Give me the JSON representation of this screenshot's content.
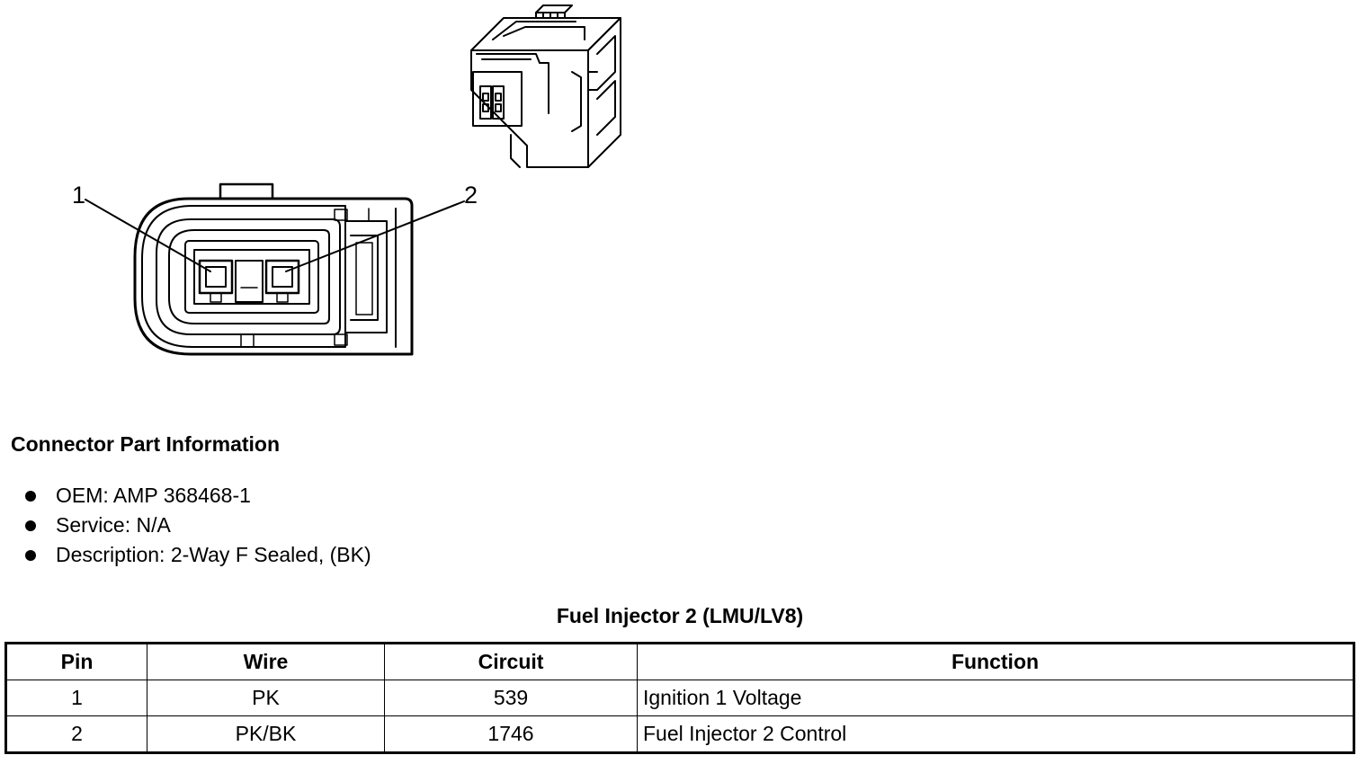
{
  "diagram": {
    "pin_callouts": [
      "1",
      "2"
    ]
  },
  "connector_info": {
    "heading": "Connector Part Information",
    "items": [
      "OEM: AMP 368468-1",
      "Service: N/A",
      "Description: 2-Way F Sealed, (BK)"
    ]
  },
  "table": {
    "title": "Fuel Injector 2 (LMU/LV8)",
    "headers": [
      "Pin",
      "Wire",
      "Circuit",
      "Function"
    ],
    "rows": [
      [
        "1",
        "PK",
        "539",
        "Ignition 1 Voltage"
      ],
      [
        "2",
        "PK/BK",
        "1746",
        "Fuel Injector 2 Control"
      ]
    ]
  }
}
